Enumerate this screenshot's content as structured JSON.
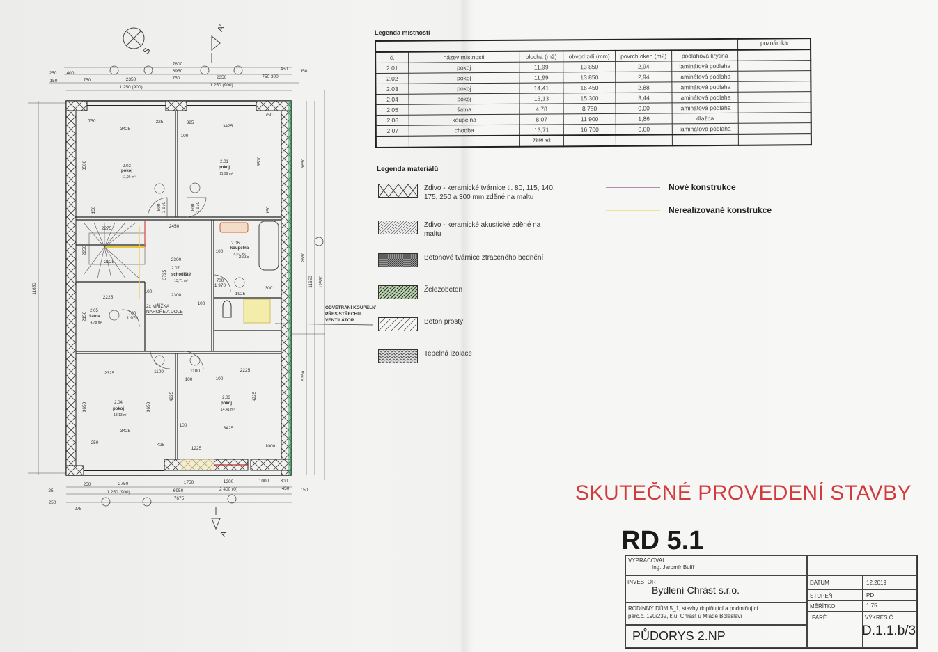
{
  "room_legend": {
    "title": "Legenda místností",
    "headers": [
      "č.",
      "název místnosti",
      "plocha (m2)",
      "obvod zdí (mm)",
      "povrch oken (m2)",
      "podlahová krytina",
      "poznámka"
    ],
    "rows": [
      [
        "2.01",
        "pokoj",
        "11,99",
        "13 850",
        "2,94",
        "laminátová podlaha",
        ""
      ],
      [
        "2.02",
        "pokoj",
        "11,99",
        "13 850",
        "2,94",
        "laminátová podlaha",
        ""
      ],
      [
        "2.03",
        "pokoj",
        "14,41",
        "16 450",
        "2,88",
        "laminátová podlaha",
        ""
      ],
      [
        "2.04",
        "pokoj",
        "13,13",
        "15 300",
        "3,44",
        "laminátová podlaha",
        ""
      ],
      [
        "2.05",
        "šatna",
        "4,78",
        "8 750",
        "0,00",
        "laminátová podlaha",
        ""
      ],
      [
        "2.06",
        "koupelna",
        "8,07",
        "11 900",
        "1,86",
        "dlažba",
        ""
      ],
      [
        "2.07",
        "chodba",
        "13,71",
        "16 700",
        "0,00",
        "laminátová podlaha",
        ""
      ]
    ],
    "total": "78,08 m2"
  },
  "material_legend": {
    "title": "Legenda materiálů",
    "items": [
      {
        "label": "Zdivo - keramické tvárnice tl. 80, 115, 140, 175, 250 a 300 mm zděné na maltu"
      },
      {
        "label": "Zdivo - keramické akustické zděné na maltu"
      },
      {
        "label": "Betonové tvárnice ztraceného bednění"
      },
      {
        "label": "Železobeton"
      },
      {
        "label": "Beton prostý"
      },
      {
        "label": "Tepelná izolace"
      }
    ],
    "lines": [
      {
        "label": "Nové konstrukce",
        "color": "#b58ab5"
      },
      {
        "label": "Nerealizované konstrukce",
        "color": "#e8e49a"
      }
    ]
  },
  "stamp": "SKUTEČNÉ PROVEDENÍ STAVBY",
  "project_code": "RD 5.1",
  "title_block": {
    "vypracoval_label": "VYPRACOVAL",
    "vypracoval": "Ing. Jaromír Bulíř",
    "investor_label": "INVESTOR",
    "investor": "Bydlení Chrást s.r.o.",
    "project_line1": "RODINNÝ DŮM 5_1, stavby doplňující a podmiňující",
    "project_line2": "parc.č. 190/232, k.ú. Chrást u Mladé Boleslavi",
    "drawing_title": "PŮDORYS 2.NP",
    "datum_label": "DATUM",
    "datum": "12.2019",
    "stupen_label": "STUPEŇ",
    "stupen": "PD",
    "meritko_label": "MĚŘÍTKO",
    "meritko": "1:75",
    "pare_label": "PARÉ",
    "vykres_label": "VÝKRES Č.",
    "vykres": "D.1.1.b/3"
  },
  "plan": {
    "north": "S",
    "section_top": "A'",
    "section_bottom": "A",
    "rooms": [
      {
        "num": "2.02",
        "name": "pokoj",
        "area": "11,99 m²"
      },
      {
        "num": "2.01",
        "name": "pokoj",
        "area": "11,99 m²"
      },
      {
        "num": "2.06",
        "name": "koupelna",
        "area": "8,07 m²"
      },
      {
        "num": "2.07",
        "name": "schodiště",
        "area": "13,71 m²"
      },
      {
        "num": "2.05",
        "name": "šatna",
        "area": "4,78 m²"
      },
      {
        "num": "2.04",
        "name": "pokoj",
        "area": "13,13 m²"
      },
      {
        "num": "2.03",
        "name": "pokoj",
        "area": "14,41 m²"
      }
    ],
    "notes": {
      "grille_1": "2x MŘÍŽKA",
      "grille_2": "NAHOŘE A DOLE",
      "vent_1": "ODVĚTRÁNÍ KOUPELNY",
      "vent_2": "PŘES STŘECHU",
      "vent_3": "VENTILÁTOR"
    },
    "dims": [
      "7800",
      "6950",
      "450",
      "250",
      "400",
      "150",
      "750",
      "2350",
      "750",
      "2350",
      "750 300",
      "150",
      "1 250 (900)",
      "1 250 (900)",
      "750",
      "3425",
      "325",
      "325",
      "3425",
      "750",
      "100",
      "2450",
      "2275",
      "2300",
      "2225",
      "2300",
      "2225",
      "1925",
      "2225",
      "100",
      "100",
      "100",
      "700",
      "1 970",
      "700",
      "1 970",
      "300",
      "2325",
      "1100",
      "1100",
      "2225",
      "100",
      "100",
      "3425",
      "3425",
      "250",
      "425",
      "1225",
      "1000",
      "100",
      "250",
      "2750",
      "1750",
      "1200",
      "1000",
      "300",
      "1 250 (900)",
      "6950",
      "2 400 (0)",
      "450",
      "150",
      "7675",
      "25",
      "250",
      "275",
      "11650",
      "3650",
      "2650",
      "11650",
      "12550",
      "5350",
      "3500",
      "3500",
      "3650",
      "3650",
      "4225",
      "4225",
      "2250",
      "3725",
      "2150",
      "800",
      "1 970",
      "800",
      "1 970",
      "150",
      "150"
    ]
  }
}
